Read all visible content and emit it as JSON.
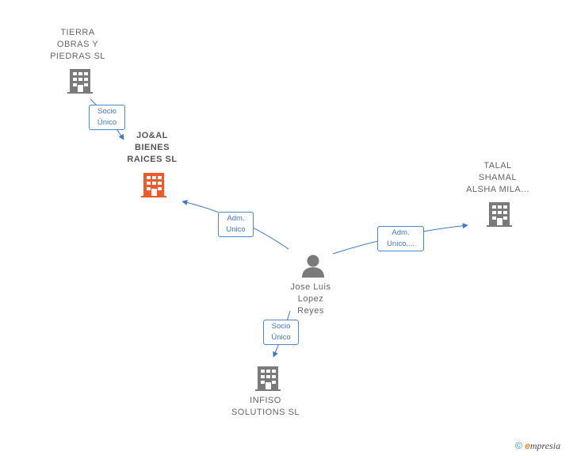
{
  "nodes": {
    "tierra": {
      "label_lines": [
        "TIERRA",
        "OBRAS Y",
        "PIEDRAS  SL"
      ],
      "icon": "building-icon",
      "color": "#7a7a7a"
    },
    "joal": {
      "label_lines": [
        "JO&AL",
        "BIENES",
        "RAICES  SL"
      ],
      "icon": "building-icon",
      "color": "#f05a28"
    },
    "talal": {
      "label_lines": [
        "TALAL",
        "SHAMAL",
        "ALSHA MILA..."
      ],
      "icon": "building-icon",
      "color": "#7a7a7a"
    },
    "jose": {
      "label_lines": [
        "Jose Luis",
        "Lopez",
        "Reyes"
      ],
      "icon": "person-icon",
      "color": "#7a7a7a"
    },
    "infiso": {
      "label_lines": [
        "INFISO",
        "SOLUTIONS SL"
      ],
      "icon": "building-icon",
      "color": "#7a7a7a"
    }
  },
  "edges": {
    "tierra_joal": {
      "line1": "Socio",
      "line2": "Único"
    },
    "jose_joal": {
      "line1": "Adm.",
      "line2": "Unico"
    },
    "jose_talal": {
      "line1": "Adm.",
      "line2": "Unico,..."
    },
    "jose_infiso": {
      "line1": "Socio",
      "line2": "Único"
    }
  },
  "colors": {
    "edge": "#3d77c7",
    "building_gray": "#7a7a7a",
    "building_highlight": "#f05a28"
  },
  "brand": {
    "copyright": "©",
    "e": "e",
    "rest": "mpresia"
  }
}
